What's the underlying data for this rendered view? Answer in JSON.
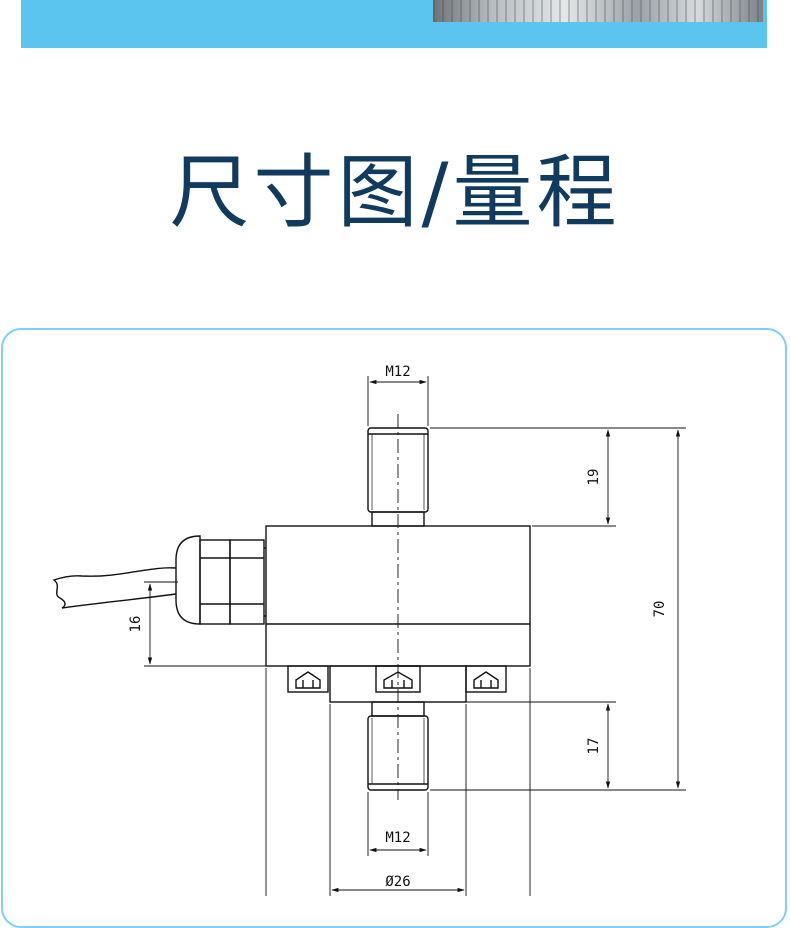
{
  "page": {
    "title": "尺寸图/量程"
  },
  "drawing": {
    "labels": {
      "top_thread": "M12",
      "top_stud_length": "19",
      "total_height": "70",
      "cable_height": "16",
      "bottom_stud_length": "17",
      "bottom_thread": "M12",
      "body_diameter": "Ø26"
    }
  },
  "colors": {
    "banner": "#5bc4ef",
    "title": "#103a5e",
    "card_border": "#7fd0f2",
    "line": "#111111"
  }
}
